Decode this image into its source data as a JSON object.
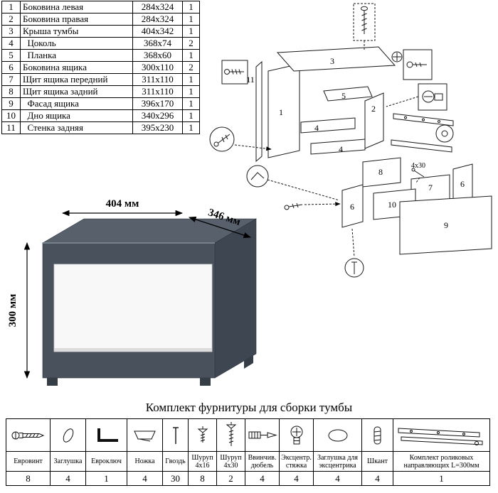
{
  "parts_table": {
    "rows": [
      {
        "num": "1",
        "name": "Боковина левая",
        "size": "284x324",
        "qty": "1"
      },
      {
        "num": "2",
        "name": "Боковина правая",
        "size": "284x324",
        "qty": "1"
      },
      {
        "num": "3",
        "name": "Крыша тумбы",
        "size": "404x342",
        "qty": "1"
      },
      {
        "num": "4",
        "name": "  Цоколь",
        "size": "368x74",
        "qty": "2"
      },
      {
        "num": "5",
        "name": "  Планка",
        "size": "368x60",
        "qty": "1"
      },
      {
        "num": "6",
        "name": "Боковина ящика",
        "size": "300x110",
        "qty": "2"
      },
      {
        "num": "7",
        "name": "Щит ящика передний",
        "size": "311x110",
        "qty": "1"
      },
      {
        "num": "8",
        "name": "Щит ящика задний",
        "size": "311x110",
        "qty": "1"
      },
      {
        "num": "9",
        "name": "  Фасад ящика",
        "size": "396x170",
        "qty": "1"
      },
      {
        "num": "10",
        "name": "  Дно ящика",
        "size": "340x296",
        "qty": "1"
      },
      {
        "num": "11",
        "name": "  Стенка задняя",
        "size": "395x230",
        "qty": "1"
      }
    ]
  },
  "render": {
    "dimensions": {
      "width": "404 мм",
      "depth": "346 мм",
      "height": "300 мм"
    },
    "colors": {
      "top": "#58616b",
      "front": "#49525c",
      "side": "#3e4751",
      "drawer": "#f8f8f8",
      "feet": "#353e47"
    }
  },
  "diagram": {
    "labels": {
      "back_panel": "11",
      "left_side": "1",
      "top_panel": "3",
      "plank": "5",
      "right_side": "2",
      "plinth_front": "4",
      "plinth_back": "4",
      "drawer_back": "8",
      "drawer_front_inner": "7",
      "drawer_side_right": "6",
      "drawer_side_left": "6",
      "drawer_bottom": "10",
      "facade": "9",
      "screw_note": "4х30"
    }
  },
  "hardware": {
    "title": "Комплект фурнитуры для сборки тумбы",
    "items": [
      {
        "icon": "euro-screw-icon",
        "name": "Евровинт",
        "qty": "8"
      },
      {
        "icon": "cap-icon",
        "name": "Заглушка",
        "qty": "4"
      },
      {
        "icon": "hex-key-icon",
        "name": "Евроключ",
        "qty": "1"
      },
      {
        "icon": "leg-icon",
        "name": "Ножка",
        "qty": "4"
      },
      {
        "icon": "nail-icon",
        "name": "Гвоздь",
        "qty": "30"
      },
      {
        "icon": "screw-4x16-icon",
        "name": "Шуруп 4х16",
        "qty": "8"
      },
      {
        "icon": "screw-4x30-icon",
        "name": "Шуруп 4х30",
        "qty": "2"
      },
      {
        "icon": "screw-in-dowel-icon",
        "name": "Ввинчив. дюбель",
        "qty": "4"
      },
      {
        "icon": "cam-lock-icon",
        "name": "Эксцентр. стяжка",
        "qty": "4"
      },
      {
        "icon": "cam-cap-icon",
        "name": "Заглушка для эксцентрика",
        "qty": "4"
      },
      {
        "icon": "wood-dowel-icon",
        "name": "Шкант",
        "qty": "4"
      },
      {
        "icon": "roller-guides-icon",
        "name": "Комплект роликовых направляющих L=300мм",
        "qty": "1"
      }
    ]
  }
}
